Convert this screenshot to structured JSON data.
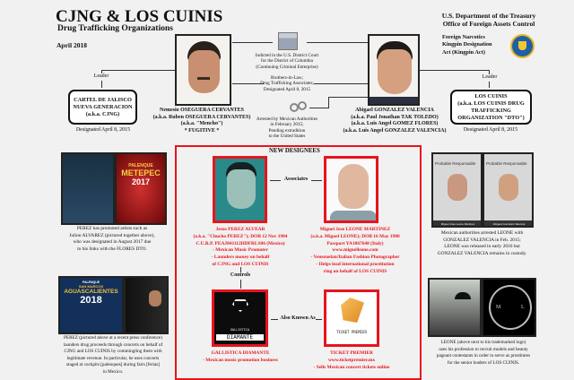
{
  "header": {
    "title": "CJNG & LOS CUINIS",
    "subtitle": "Drug Trafficking Organizations",
    "date": "April 2018"
  },
  "agency": {
    "line1": "U.S. Department of the Treasury",
    "line2": "Office of Foreign Assets Control",
    "act": [
      "Foreign Narcotics",
      "Kingpin Designation",
      "Act (Kingpin Act)"
    ]
  },
  "nemesio": {
    "lines": [
      "Nemesio OSEGUERA CERVANTES",
      "(a.k.a. Ruben OSEGUERA CERVANTES)",
      "(a.k.a. \"Mencho\")",
      "* FUGITIVE *"
    ]
  },
  "abigael": {
    "lines": [
      "Abigael GONZALEZ VALENCIA",
      "(a.k.a. Paul Jonathan TAK TOLEDO)",
      "(a.k.a. Luis Angel GOMEZ FLORES)",
      "(a.k.a. Luis Angel GONZALEZ VALENCIA)"
    ]
  },
  "cjng": {
    "leader_label": "Leader",
    "lines": [
      "CARTEL DE JALISCO",
      "NUEVA GENERACION",
      "(a.k.a. CJNG)"
    ],
    "designated": "Designated April 8, 2015"
  },
  "cuinis": {
    "leader_label": "Leader",
    "lines": [
      "LOS CUINIS",
      "(a.k.a. LOS CUINIS DRUG",
      "TRAFFICKING",
      "ORGANIZATION \"DTO\")"
    ],
    "designated": "Designated April 8, 2015"
  },
  "center": {
    "indicted": [
      "Indicted in the U.S. District Court",
      "for the District of Columbia",
      "(Continuing Criminal Enterprise)"
    ],
    "brothers": [
      "Brothers-in-Law;",
      "Drug Trafficking Associates;",
      "Designated April 8, 2015"
    ],
    "arrested": [
      "Arrested by Mexican Authorities",
      "in February 2015;",
      "Pending extradition",
      "to the United States"
    ]
  },
  "new_designees": {
    "title": "NEW DESIGNEES",
    "associates": "Associates",
    "controls": "Controls",
    "aka": "Also Known As",
    "jesus": [
      "Jesus PEREZ ALVEAR",
      "(a.k.a. \"Chucho PEREZ\"); DOB 12 Nov 1984",
      "C.U.R.P. PEAJ841112HDFRLS06 (Mexico)",
      "- Mexican Music Promoter",
      "- Launders money on behalf",
      "of CJNG and LOS CUINIS"
    ],
    "miguel": [
      "Miguel Jose LEONE MARTINEZ",
      "(a.k.a. Miguel LEONE); DOB 16 May 1980",
      "Passport YA1867648 (Italy)",
      "www.miguelleone.com",
      "- Venezuelan/Italian Fashion Photographer",
      "- Helps lead international prostitution",
      "ring on behalf of LOS CUINIS"
    ],
    "gallistica": [
      "GALLISTICA DIAMANTE",
      "- Mexican music promotion business"
    ],
    "gallistica_logo": [
      "GALLISTICA",
      "DIAMANTE"
    ],
    "ticket": [
      "TICKET PREMIER",
      "www.ticketpremier.mx",
      "- Sells Mexican concert tickets online"
    ],
    "ticket_logo": "TICKET PREMIER"
  },
  "left": {
    "poster1": [
      "PALENQUE",
      "METEPEC",
      "2017"
    ],
    "caption1": [
      "PEREZ has promoted artists such as",
      "Julion ALVAREZ (pictured together above),",
      "who was designated in August 2017 due",
      "to his links with the FLORES DTO."
    ],
    "poster2": [
      "PALENQUE",
      "SAN MARCOS",
      "AGUASCALIENTES",
      "2018"
    ],
    "caption2": [
      "PEREZ (pictured above at a recent press conference)",
      "launders drug proceeds through concerts on behalf of",
      "CJNG and LOS CUINIS by commingling them with",
      "legitimate revenue.  In particular, he uses concerts",
      "staged at cockpits [palenques] during fairs [ferias]",
      "in Mexico."
    ]
  },
  "right": {
    "mug1": "Probable Responsable",
    "mug1_name": "Miguel Jose Leone Martinez",
    "mug2": "Probable Responsable",
    "mug2_name": "Abigael Gonzalez Valencia",
    "caption1": [
      "Mexican authorities arrested LEONE with",
      "GONZALEZ VALENCIA in Feb. 2015;",
      "LEONE was released in early 2016 but",
      "GONZALEZ VALENCIA remains in custody."
    ],
    "logo": [
      "M",
      "L"
    ],
    "caption2": [
      "LEONE (above next to his trademarked logo)",
      "uses his profession to recruit models and beauty",
      "pageant contestants in order to serve as prostitutes",
      "for the senior leaders of LOS CUINIS."
    ]
  }
}
